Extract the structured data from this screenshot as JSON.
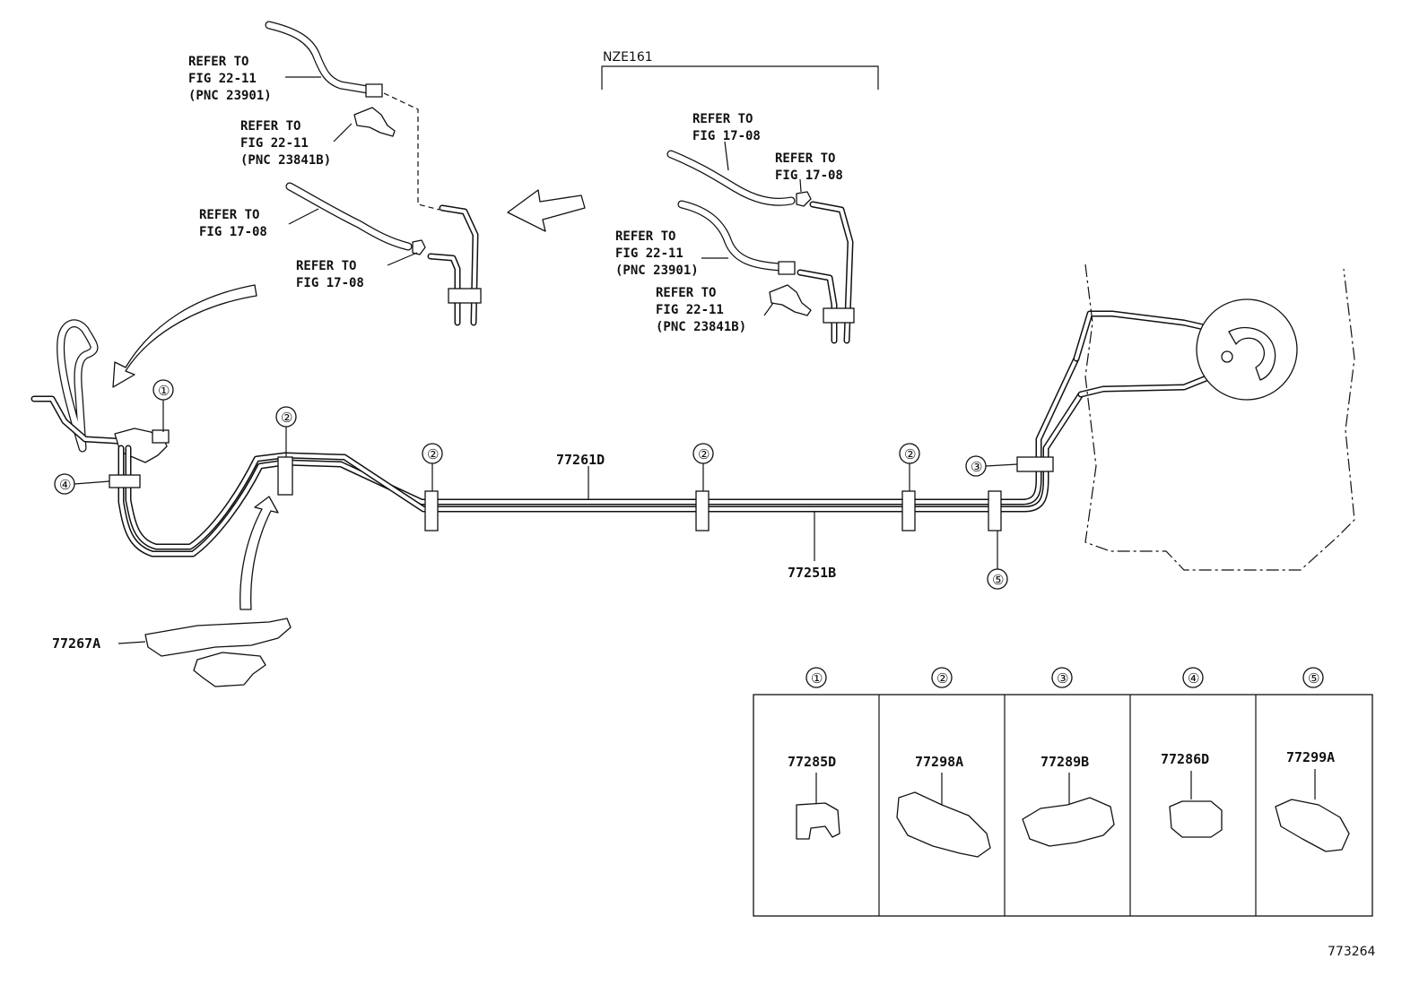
{
  "diagram_id": "773264",
  "variant_label": "NZE161",
  "refs": {
    "top_hose_fig": "REFER TO|FIG 22-11|(PNC 23901)",
    "top_bracket_fig": "REFER TO|FIG 22-11|(PNC 23841B)",
    "top_line_fig": "REFER TO|FIG 17-08",
    "top_joint_fig": "REFER TO|FIG 17-08",
    "nze_line_fig": "REFER TO|FIG 17-08",
    "nze_joint_fig": "REFER TO|FIG 17-08",
    "nze_hose_fig": "REFER TO|FIG 22-11|(PNC 23901)",
    "nze_bracket_fig": "REFER TO|FIG 22-11|(PNC 23841B)"
  },
  "parts": {
    "pipe_upper": "77261D",
    "pipe_lower": "77251B",
    "protector": "77267A"
  },
  "callouts": {
    "c1": "①",
    "c2": "②",
    "c3": "③",
    "c4": "④",
    "c5": "⑤"
  },
  "clip_table": [
    {
      "mark": "①",
      "part": "77285D"
    },
    {
      "mark": "②",
      "part": "77298A"
    },
    {
      "mark": "③",
      "part": "77289B"
    },
    {
      "mark": "④",
      "part": "77286D"
    },
    {
      "mark": "⑤",
      "part": "77299A"
    }
  ]
}
